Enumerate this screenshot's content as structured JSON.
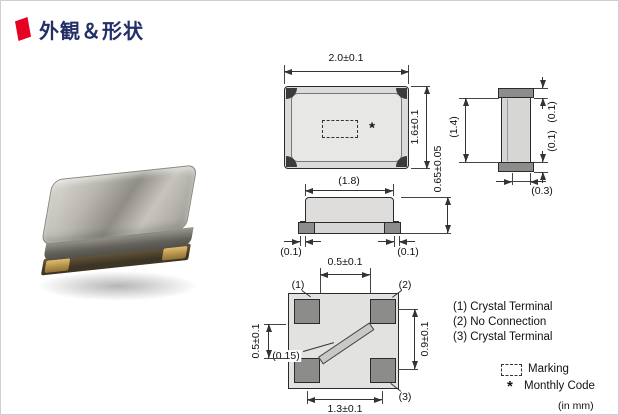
{
  "header": {
    "title": "外観＆形状"
  },
  "top_view": {
    "width_dim": "2.0±0.1",
    "height_dim": "1.6±0.1",
    "monthly_code_mark": "*"
  },
  "side_view": {
    "lid_height_dim": "(1.4)",
    "top_pad_dim": "(0.1)",
    "bottom_pad_dim": "(0.1)",
    "pad_length_dim": "(0.3)"
  },
  "front_view": {
    "lid_width_dim": "(1.8)",
    "height_dim": "0.65±0.05",
    "left_overhang_dim": "(0.1)",
    "right_overhang_dim": "(0.1)"
  },
  "bottom_view": {
    "pad_gap_dim": "0.5±0.1",
    "left_gap_dim": "0.5±0.1",
    "right_pitch_dim": "0.9±0.1",
    "trace_width_dim": "(0.15)",
    "pad_pitch_dim": "1.3±0.1",
    "pin1_label": "(1)",
    "pin2_label": "(2)",
    "pin3_label": "(3)"
  },
  "legend": {
    "terminals": [
      "(1) Crystal Terminal",
      "(2) No Connection",
      "(3) Crystal Terminal"
    ],
    "marking_label": "Marking",
    "monthly_code_symbol": "*",
    "monthly_code_label": "Monthly Code"
  },
  "footer": {
    "units_note": "(in mm)"
  }
}
